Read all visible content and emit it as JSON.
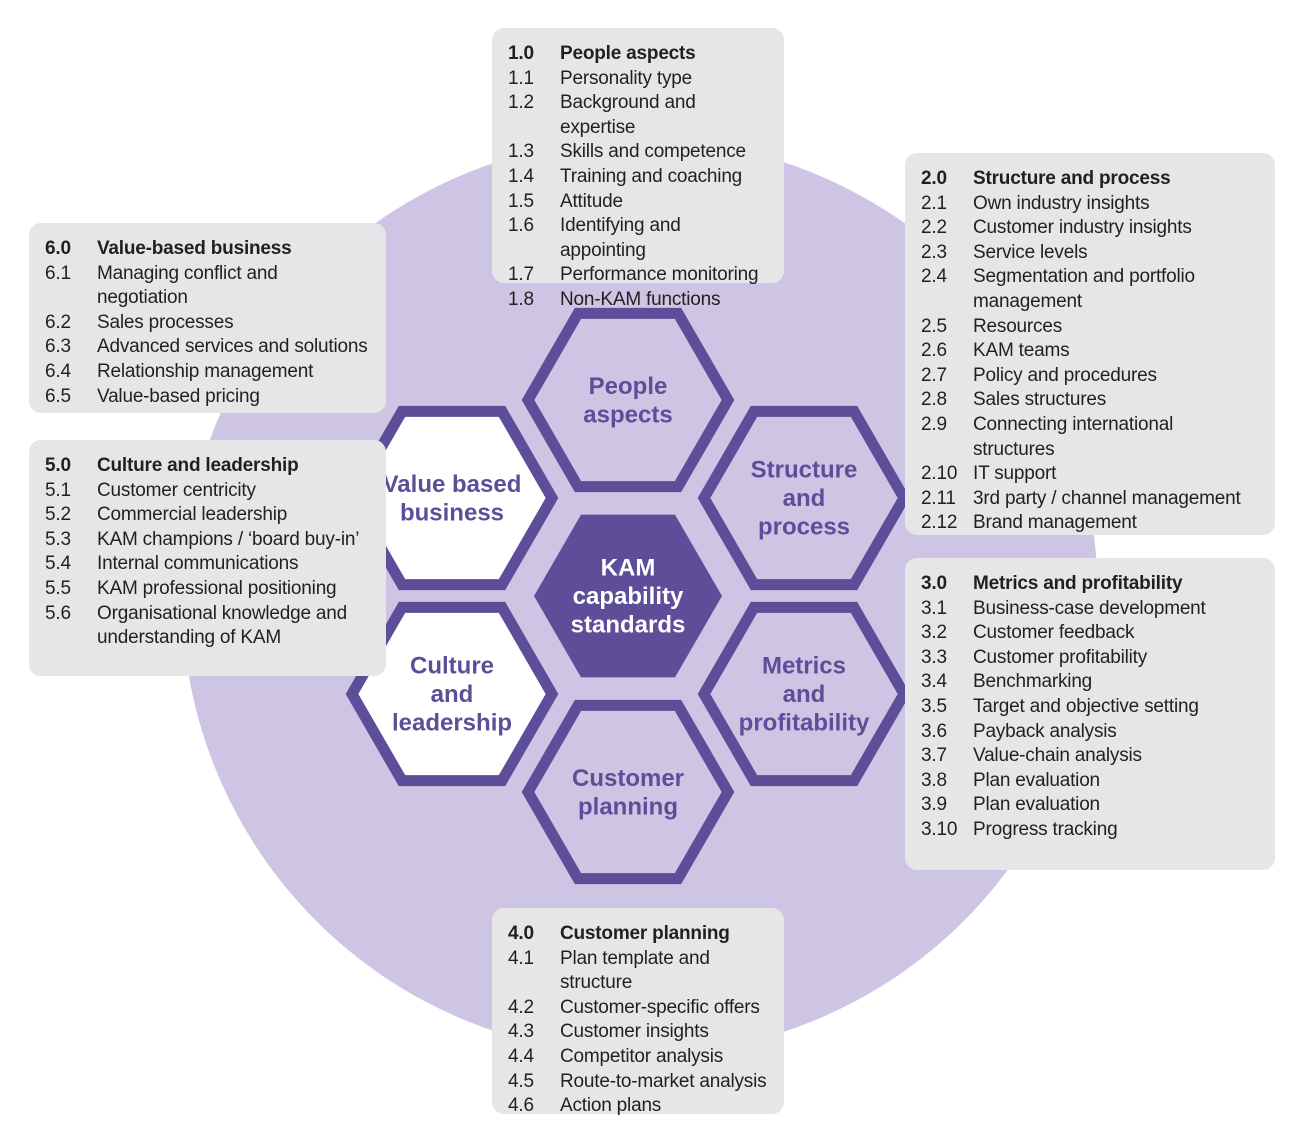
{
  "center": {
    "label_lines": [
      "KAM",
      "capability",
      "standards"
    ]
  },
  "hexagons": [
    {
      "id": "people",
      "label_lines": [
        "People",
        "aspects"
      ]
    },
    {
      "id": "structure",
      "label_lines": [
        "Structure",
        "and",
        "process"
      ]
    },
    {
      "id": "metrics",
      "label_lines": [
        "Metrics",
        "and",
        "profitability"
      ]
    },
    {
      "id": "customer",
      "label_lines": [
        "Customer",
        "planning"
      ]
    },
    {
      "id": "culture",
      "label_lines": [
        "Culture",
        "and",
        "leadership"
      ]
    },
    {
      "id": "value",
      "label_lines": [
        "Value based",
        "business"
      ]
    }
  ],
  "colors": {
    "circle": "#cdc5e3",
    "hex_stroke": "#5e4d99",
    "hex_fill": "#cdc5e3",
    "hex_fill_white": "#ffffff",
    "center_fill": "#5e4d99",
    "center_text": "#ffffff",
    "hex_text": "#5e4d99",
    "box_bg": "#e5e6e8"
  },
  "boxes": [
    {
      "id": "people",
      "num": "1.0",
      "title": "People aspects",
      "items": [
        {
          "num": "1.1",
          "text": "Personality type"
        },
        {
          "num": "1.2",
          "text": "Background and expertise"
        },
        {
          "num": "1.3",
          "text": "Skills and competence"
        },
        {
          "num": "1.4",
          "text": "Training and coaching"
        },
        {
          "num": "1.5",
          "text": "Attitude"
        },
        {
          "num": "1.6",
          "text": "Identifying and appointing"
        },
        {
          "num": "1.7",
          "text": "Performance monitoring"
        },
        {
          "num": "1.8",
          "text": "Non-KAM functions"
        }
      ]
    },
    {
      "id": "structure",
      "num": "2.0",
      "title": "Structure and process",
      "items": [
        {
          "num": "2.1",
          "text": "Own industry insights"
        },
        {
          "num": "2.2",
          "text": "Customer industry insights"
        },
        {
          "num": "2.3",
          "text": "Service levels"
        },
        {
          "num": "2.4",
          "text": "Segmentation and portfolio management"
        },
        {
          "num": "2.5",
          "text": "Resources"
        },
        {
          "num": "2.6",
          "text": "KAM teams"
        },
        {
          "num": "2.7",
          "text": "Policy and procedures"
        },
        {
          "num": "2.8",
          "text": "Sales structures"
        },
        {
          "num": "2.9",
          "text": "Connecting international structures"
        },
        {
          "num": "2.10",
          "text": "IT support"
        },
        {
          "num": "2.11",
          "text": "3rd party / channel management"
        },
        {
          "num": "2.12",
          "text": "Brand management"
        }
      ]
    },
    {
      "id": "metrics",
      "num": "3.0",
      "title": "Metrics and profitability",
      "items": [
        {
          "num": "3.1",
          "text": "Business-case development"
        },
        {
          "num": "3.2",
          "text": "Customer feedback"
        },
        {
          "num": "3.3",
          "text": "Customer profitability"
        },
        {
          "num": "3.4",
          "text": "Benchmarking"
        },
        {
          "num": "3.5",
          "text": "Target and objective setting"
        },
        {
          "num": "3.6",
          "text": "Payback analysis"
        },
        {
          "num": "3.7",
          "text": "Value-chain analysis"
        },
        {
          "num": "3.8",
          "text": "Plan evaluation"
        },
        {
          "num": "3.9",
          "text": "Plan evaluation"
        },
        {
          "num": "3.10",
          "text": "Progress tracking"
        }
      ]
    },
    {
      "id": "customer",
      "num": "4.0",
      "title": "Customer planning",
      "items": [
        {
          "num": "4.1",
          "text": "Plan template and structure"
        },
        {
          "num": "4.2",
          "text": "Customer-specific offers"
        },
        {
          "num": "4.3",
          "text": "Customer insights"
        },
        {
          "num": "4.4",
          "text": "Competitor analysis"
        },
        {
          "num": "4.5",
          "text": "Route-to-market analysis"
        },
        {
          "num": "4.6",
          "text": "Action plans"
        }
      ]
    },
    {
      "id": "culture",
      "num": "5.0",
      "title": "Culture and leadership",
      "items": [
        {
          "num": "5.1",
          "text": "Customer centricity"
        },
        {
          "num": "5.2",
          "text": "Commercial leadership"
        },
        {
          "num": "5.3",
          "text": "KAM champions / ‘board buy-in’"
        },
        {
          "num": "5.4",
          "text": "Internal communications"
        },
        {
          "num": "5.5",
          "text": "KAM professional positioning"
        },
        {
          "num": "5.6",
          "text": "Organisational knowledge and understanding of KAM"
        }
      ]
    },
    {
      "id": "value",
      "num": "6.0",
      "title": "Value-based business",
      "items": [
        {
          "num": "6.1",
          "text": "Managing conflict and negotiation"
        },
        {
          "num": "6.2",
          "text": "Sales processes"
        },
        {
          "num": "6.3",
          "text": "Advanced services and solutions"
        },
        {
          "num": "6.4",
          "text": "Relationship management"
        },
        {
          "num": "6.5",
          "text": "Value-based pricing"
        }
      ]
    }
  ]
}
